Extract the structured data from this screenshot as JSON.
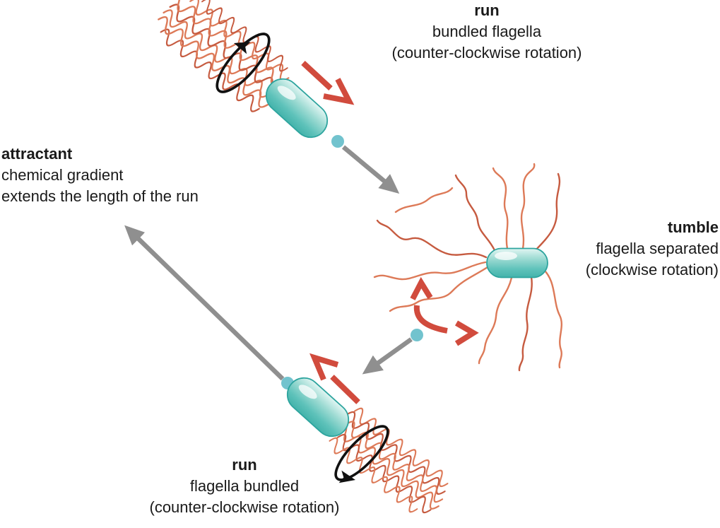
{
  "labels": {
    "run_top": {
      "title": "run",
      "line1": "bundled flagella",
      "line2": "(counter-clockwise rotation)"
    },
    "tumble": {
      "title": "tumble",
      "line1": "flagella separated",
      "line2": "(clockwise rotation)"
    },
    "run_bottom": {
      "title": "run",
      "line1": "flagella bundled",
      "line2": "(counter-clockwise rotation)"
    },
    "attractant": {
      "title": "attractant",
      "line1": "chemical gradient",
      "line2": "extends the length of the run"
    }
  },
  "colors": {
    "cell_light": "#e2f6f3",
    "cell_mid": "#9edbd3",
    "cell_teal": "#5ec2ba",
    "cell_deep": "#43b3ab",
    "cell_outline": "#2da49e",
    "flagella_coral": "#dd7a58",
    "flagella_dark": "#c65b40",
    "arrow_red": "#d14b3d",
    "arrow_gray": "#8f8f8f",
    "rotation_black": "#111111",
    "dot_teal": "#72c3ce",
    "text": "#1a1a1a"
  }
}
